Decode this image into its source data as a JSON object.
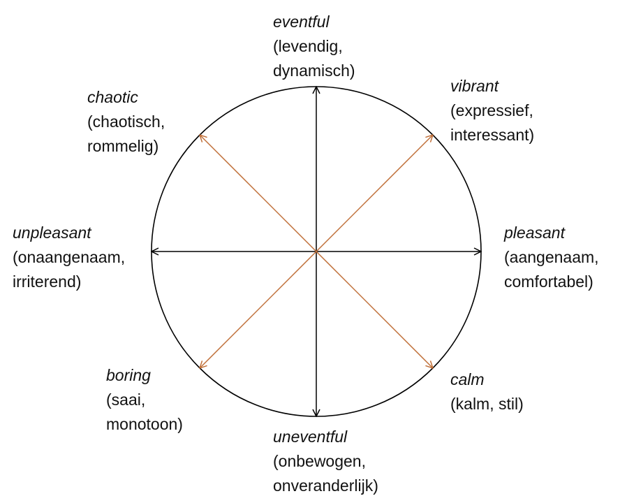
{
  "diagram": {
    "colors": {
      "circle": "#000000",
      "main_axes": "#000000",
      "diagonal_axes": "#c0703a"
    },
    "labels": {
      "eventful": {
        "term": "eventful",
        "line1": "(levendig,",
        "line2": "dynamisch)"
      },
      "vibrant": {
        "term": "vibrant",
        "line1": "(expressief,",
        "line2": "interessant)"
      },
      "chaotic": {
        "term": "chaotic",
        "line1": "(chaotisch,",
        "line2": "rommelig)"
      },
      "pleasant": {
        "term": "pleasant",
        "line1": "(aangenaam,",
        "line2": "comfortabel)"
      },
      "unpleasant": {
        "term": "unpleasant",
        "line1": "(onaangenaam,",
        "line2": "irriterend)"
      },
      "boring": {
        "term": "boring",
        "line1": "(saai,",
        "line2": "monotoon)"
      },
      "calm": {
        "term": "calm",
        "line1": "(kalm, stil)"
      },
      "uneventful": {
        "term": "uneventful",
        "line1": "(onbewogen,",
        "line2": "onveranderlijk)"
      }
    }
  }
}
